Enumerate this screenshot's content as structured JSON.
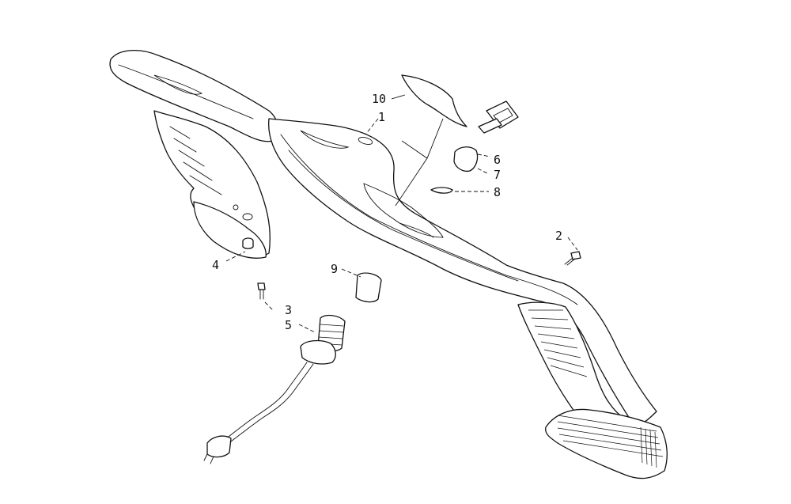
{
  "callouts": {
    "c1": "1",
    "c2": "2",
    "c3": "3",
    "c4": "4",
    "c5": "5",
    "c6": "6",
    "c7": "7",
    "c8": "8",
    "c9": "9",
    "c10": "10"
  },
  "colors": {
    "line": "#111111",
    "background": "#ffffff"
  }
}
